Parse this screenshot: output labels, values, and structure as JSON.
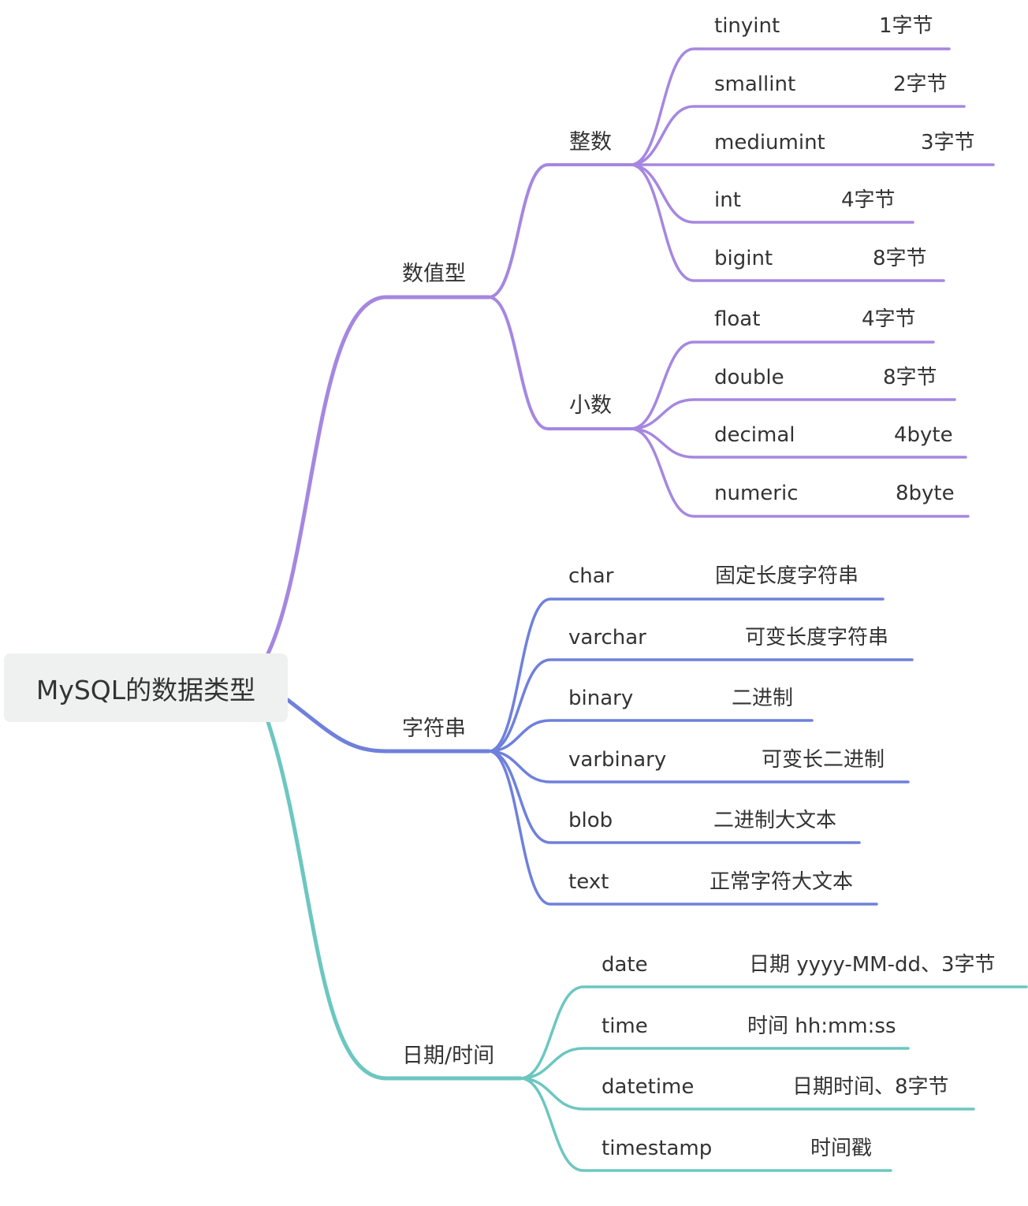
{
  "root": "MySQL的数据类型",
  "colors": {
    "numeric": "#a587e0",
    "string": "#6f80dc",
    "datetime": "#6cc7c0"
  },
  "categories": {
    "numeric": {
      "label": "数值型",
      "integer": {
        "label": "整数",
        "items": [
          {
            "name": "tinyint",
            "desc": "1字节"
          },
          {
            "name": "smallint",
            "desc": "2字节"
          },
          {
            "name": "mediumint",
            "desc": "3字节"
          },
          {
            "name": "int",
            "desc": "4字节"
          },
          {
            "name": "bigint",
            "desc": "8字节"
          }
        ]
      },
      "decimal": {
        "label": "小数",
        "items": [
          {
            "name": "float",
            "desc": "4字节"
          },
          {
            "name": "double",
            "desc": "8字节"
          },
          {
            "name": "decimal",
            "desc": "4byte"
          },
          {
            "name": "numeric",
            "desc": "8byte"
          }
        ]
      }
    },
    "string": {
      "label": "字符串",
      "items": [
        {
          "name": "char",
          "desc": "固定长度字符串"
        },
        {
          "name": "varchar",
          "desc": "可变长度字符串"
        },
        {
          "name": "binary",
          "desc": "二进制"
        },
        {
          "name": "varbinary",
          "desc": "可变长二进制"
        },
        {
          "name": "blob",
          "desc": "二进制大文本"
        },
        {
          "name": "text",
          "desc": "正常字符大文本"
        }
      ]
    },
    "datetime": {
      "label": "日期/时间",
      "items": [
        {
          "name": "date",
          "desc": "日期 yyyy-MM-dd、3字节"
        },
        {
          "name": "time",
          "desc": "时间 hh:mm:ss"
        },
        {
          "name": "datetime",
          "desc": "日期时间、8字节"
        },
        {
          "name": "timestamp",
          "desc": "时间戳"
        }
      ]
    }
  }
}
